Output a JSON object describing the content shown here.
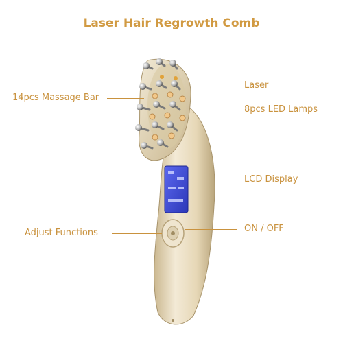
{
  "title": "Laser Hair Regrowth Comb",
  "labels": {
    "massage_bar": "14pcs Massage Bar",
    "laser": "Laser",
    "led_lamps": "8pcs LED Lamps",
    "lcd_display": "LCD Display",
    "adjust_functions": "Adjust Functions",
    "on_off": "ON / OFF"
  },
  "colors": {
    "accent": "#c9923e",
    "title": "#d19a42",
    "device_body": "#e8dcc0",
    "lcd": "#3b49d6"
  }
}
